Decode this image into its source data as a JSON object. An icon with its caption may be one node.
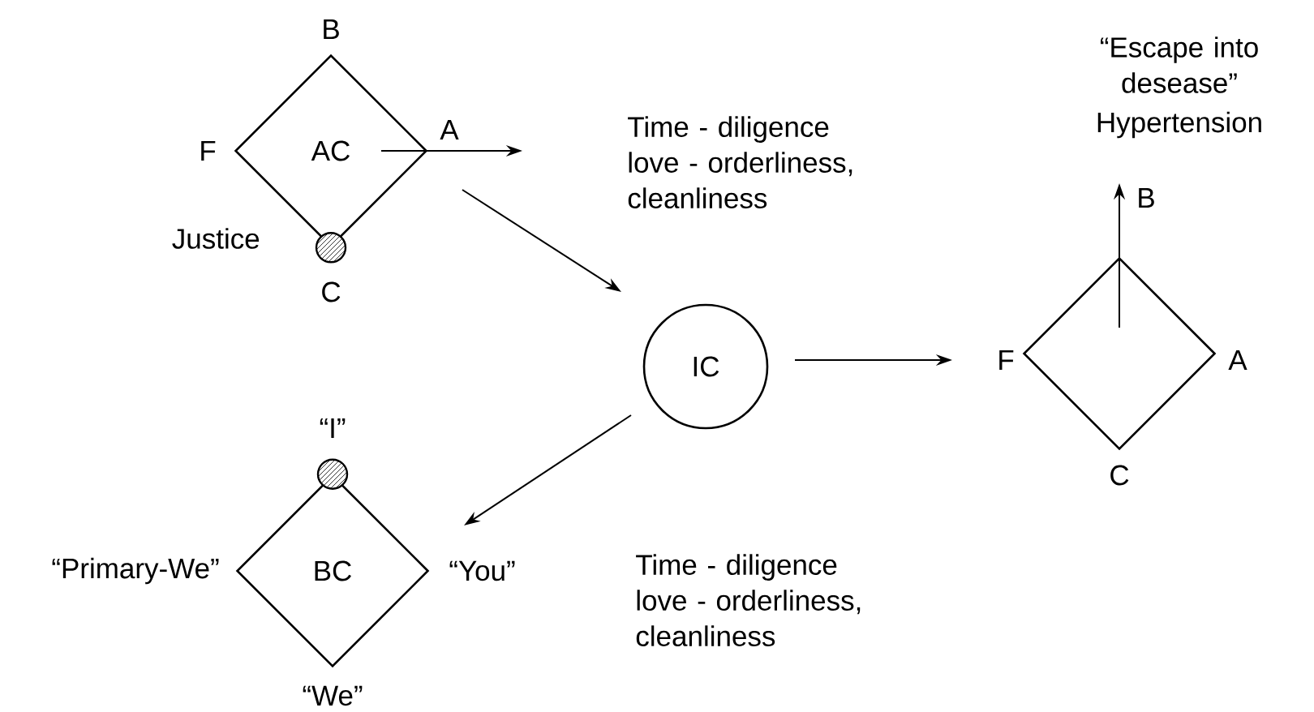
{
  "diagram": {
    "nodes": [
      {
        "text": [
          "AC"
        ],
        "beside": [
          "B",
          "F",
          "A",
          "C"
        ]
      },
      {
        "text": [
          "IC"
        ]
      },
      {
        "text": [],
        "shape": "diamond",
        "beside": [
          "B",
          "F",
          "A",
          "C"
        ]
      },
      {
        "text": [
          "BC"
        ],
        "beside": [
          "“I”",
          "“Primary-We”",
          "“You”",
          "“We”"
        ]
      }
    ],
    "edges": [
      {
        "from": 0,
        "to": null,
        "arrow": "to"
      },
      {
        "from": 0,
        "to": 1,
        "arrow": "to"
      },
      {
        "from": 1,
        "to": 2,
        "arrow": "to"
      },
      {
        "from": 1,
        "to": 3,
        "arrow": "to"
      },
      {
        "from": 2,
        "to": null,
        "arrow": "to"
      }
    ],
    "labels": [
      "“Escape into desease”",
      "Hypertension",
      "Time - diligence love - orderliness, cleanliness",
      "Justice",
      "Time - diligence love - orderliness, cleanliness"
    ]
  }
}
